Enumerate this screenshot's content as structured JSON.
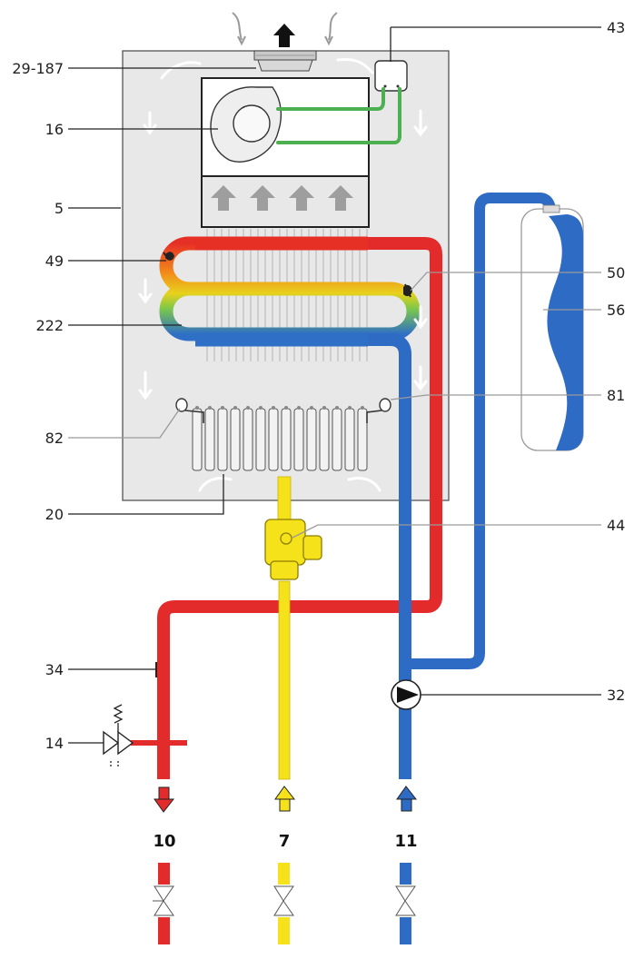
{
  "labels": {
    "l_29_187": "29-187",
    "l_16": "16",
    "l_5": "5",
    "l_49": "49",
    "l_222": "222",
    "l_82": "82",
    "l_20": "20",
    "l_34": "34",
    "l_14": "14",
    "l_43": "43",
    "l_50": "50",
    "l_56": "56",
    "l_81": "81",
    "l_44": "44",
    "l_32": "32"
  },
  "pipes": {
    "heating_flow": "10",
    "gas": "7",
    "heating_return": "11"
  },
  "colors": {
    "flow": "#e42b2b",
    "return": "#2d6bc4",
    "gas": "#f5e21b",
    "air_probe": "#4caf50",
    "casing": "#e8e8e8"
  }
}
